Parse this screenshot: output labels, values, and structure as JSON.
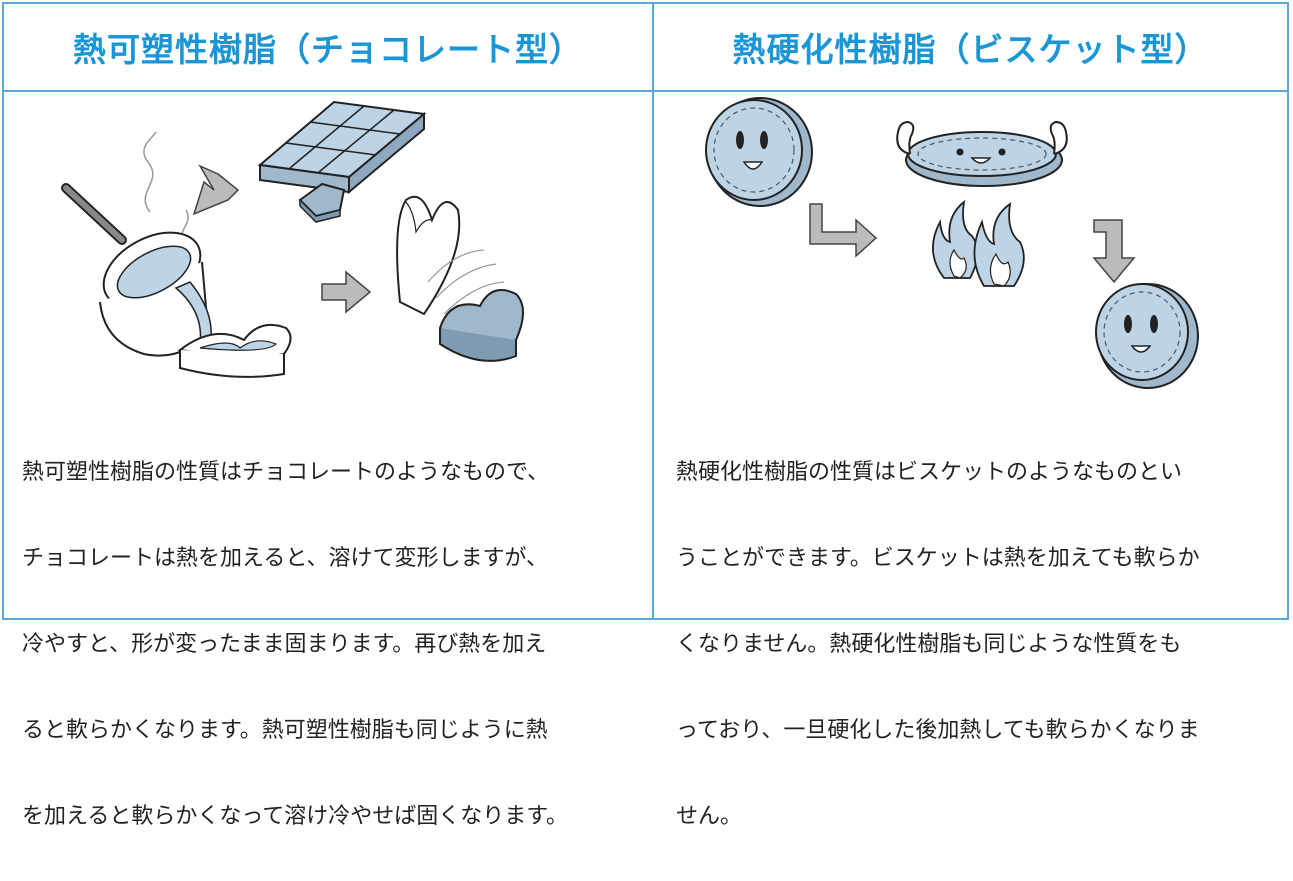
{
  "left": {
    "title": "熱可塑性樹脂（チョコレート型）",
    "lines": [
      "熱可塑性樹脂の性質はチョコレートのようなもので、",
      "チョコレートは熱を加えると、溶けて変形しますが、",
      "冷やすと、形が変ったまま固まります。再び熱を加え",
      "ると軟らかくなります。熱可塑性樹脂も同じように熱",
      "を加えると軟らかくなって溶け冷やせば固くなります。"
    ]
  },
  "right": {
    "title": "熱硬化性樹脂（ビスケット型）",
    "lines": [
      "熱硬化性樹脂の性質はビスケットのようなものとい",
      "うことができます。ビスケットは熱を加えても軟らか",
      "くなりません。熱硬化性樹脂も同じような性質をも",
      "っており、一旦硬化した後加熱しても軟らかくなりま",
      "せん。"
    ]
  },
  "colors": {
    "accent": "#1a96d6",
    "border": "#5aa8d8",
    "fill_light": "#bcd4e6",
    "fill_mid": "#9fb8cc",
    "arrow_gray": "#bbbbbb"
  }
}
